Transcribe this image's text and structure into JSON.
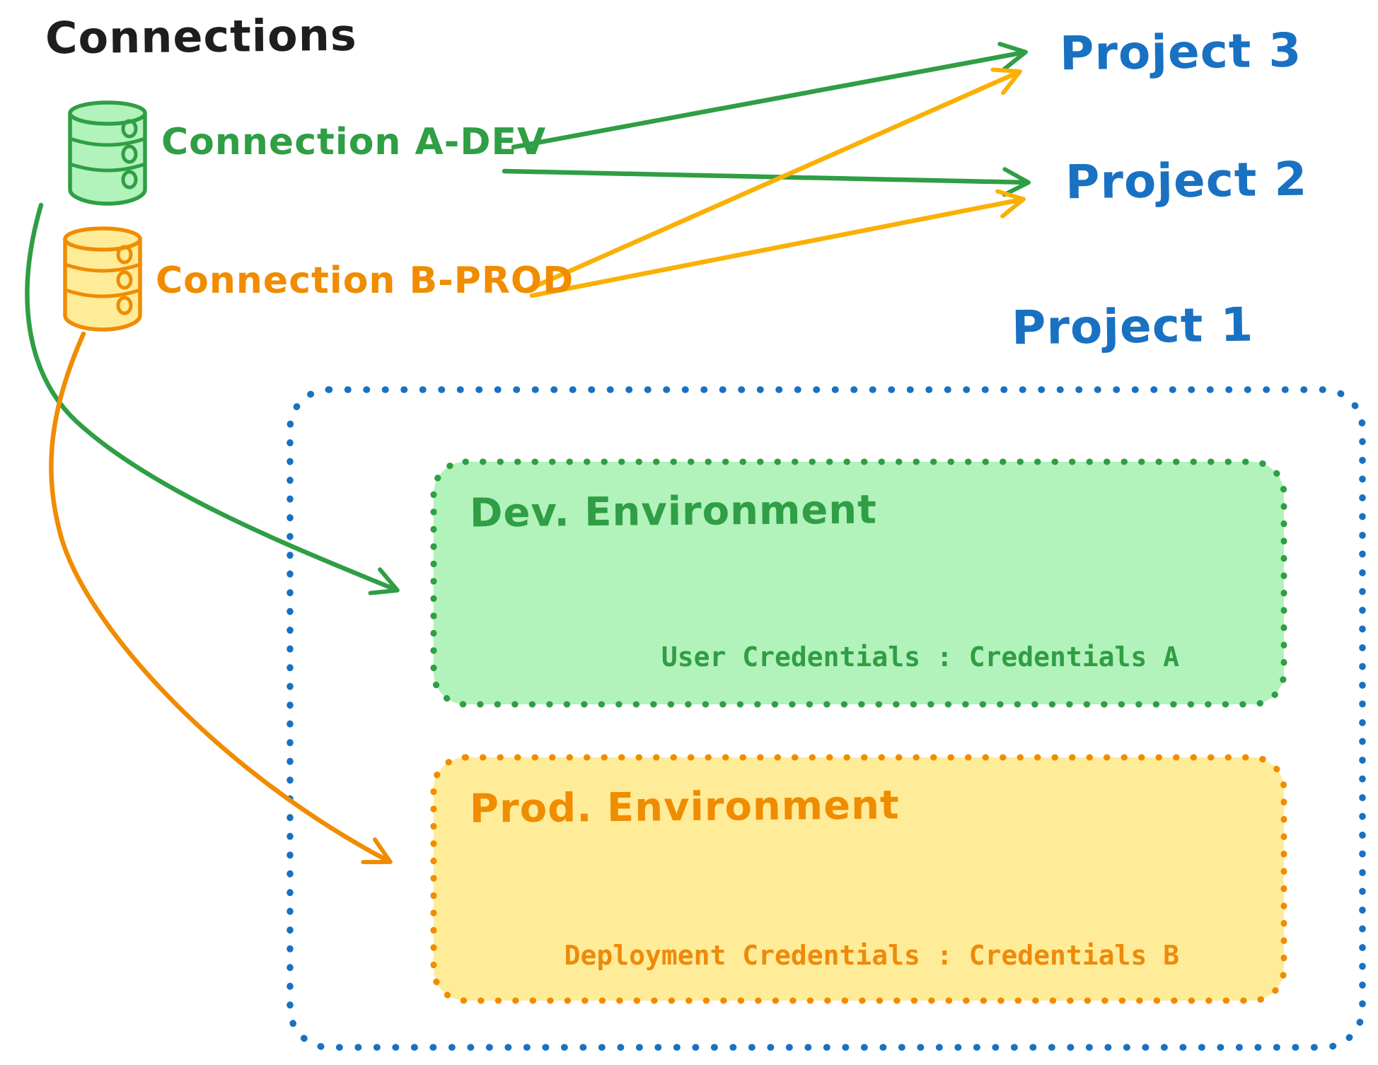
{
  "header": {
    "title": "Connections"
  },
  "connections": [
    {
      "id": "a-dev",
      "label": "Connection A-DEV",
      "color": "#2f9e44",
      "fill": "#b2f2bb",
      "icon": "database-icon"
    },
    {
      "id": "b-prod",
      "label": "Connection B-PROD",
      "color": "#f08c00",
      "fill": "#ffec99",
      "icon": "database-icon"
    }
  ],
  "projects": [
    {
      "label": "Project 3"
    },
    {
      "label": "Project 2"
    },
    {
      "label": "Project 1"
    }
  ],
  "project1": {
    "environments": {
      "dev": {
        "title": "Dev. Environment",
        "credentials": "User Credentials : Credentials A",
        "accent": "#2f9e44",
        "fill": "#b2f2bb"
      },
      "prod": {
        "title": "Prod. Environment",
        "credentials": "Deployment Credentials : Credentials B",
        "accent": "#f08c00",
        "fill": "#ffec99"
      }
    },
    "border_color": "#1971c2"
  },
  "edges": [
    {
      "from": "Connection A-DEV",
      "to": "Project 3",
      "color": "#2f9e44",
      "style": "straight"
    },
    {
      "from": "Connection A-DEV",
      "to": "Project 2",
      "color": "#2f9e44",
      "style": "straight"
    },
    {
      "from": "Connection A-DEV",
      "to": "Dev. Environment",
      "color": "#2f9e44",
      "style": "curved"
    },
    {
      "from": "Connection B-PROD",
      "to": "Project 3",
      "color": "#fab005",
      "style": "straight"
    },
    {
      "from": "Connection B-PROD",
      "to": "Project 2",
      "color": "#fab005",
      "style": "straight"
    },
    {
      "from": "Connection B-PROD",
      "to": "Prod. Environment",
      "color": "#f08c00",
      "style": "curved"
    }
  ],
  "colors": {
    "green": "#2f9e44",
    "green_fill": "#b2f2bb",
    "orange": "#f08c00",
    "yellow_arrow": "#fab005",
    "yellow_fill": "#ffec99",
    "blue": "#1971c2",
    "text": "#1e1e1e"
  }
}
